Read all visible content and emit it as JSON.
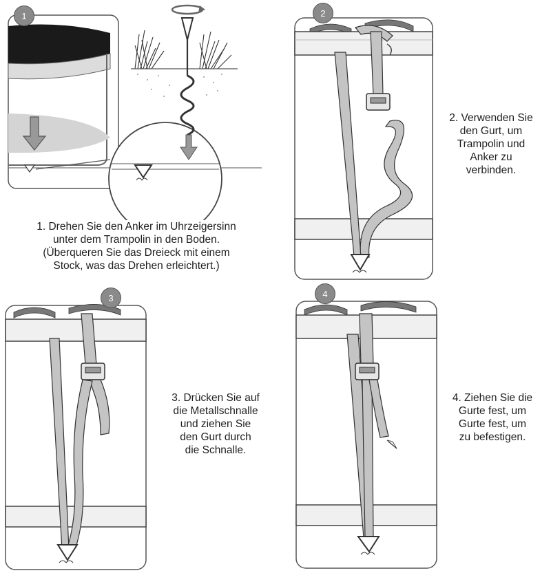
{
  "steps": [
    {
      "number": "1",
      "caption_lines": [
        "1. Drehen Sie den Anker im Uhrzeigersinn",
        "unter dem Trampolin in den Boden.",
        "(Überqueren Sie das Dreieck mit einem",
        "Stock, was das Drehen erleichtert.)"
      ]
    },
    {
      "number": "2",
      "caption_lines": [
        "2. Verwenden Sie",
        "den Gurt, um",
        "Trampolin und",
        "Anker zu",
        "verbinden."
      ]
    },
    {
      "number": "3",
      "caption_lines": [
        "3. Drücken Sie auf",
        "die Metallschnalle",
        "und ziehen Sie",
        "den Gurt durch",
        "die Schnalle."
      ]
    },
    {
      "number": "4",
      "caption_lines": [
        "4. Ziehen Sie die",
        "Gurte fest, um",
        "Gurte fest, um",
        "zu befestigen."
      ]
    }
  ],
  "colors": {
    "strap": "#c4c4c4",
    "outline": "#333333",
    "badge": "#8a8a8a",
    "shadow": "#cfcfcf"
  }
}
